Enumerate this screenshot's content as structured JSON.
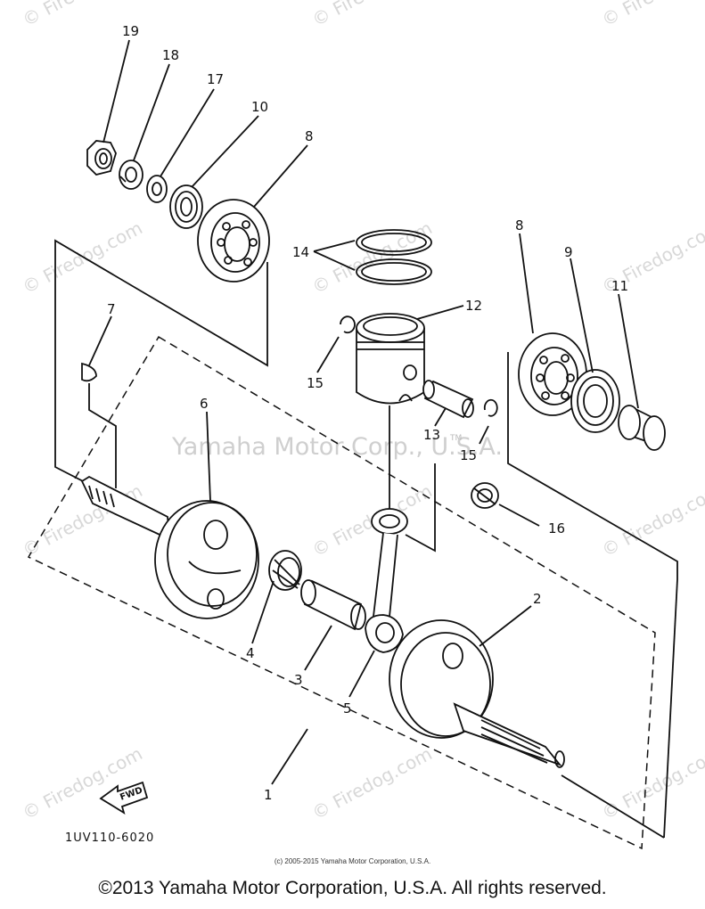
{
  "watermarks": {
    "site": "© Firedog.com",
    "center": "Yamaha Motor Corp., U.S.A."
  },
  "callouts": {
    "p1": "1",
    "p2": "2",
    "p3": "3",
    "p4": "4",
    "p5": "5",
    "p6": "6",
    "p7": "7",
    "p8a": "8",
    "p8b": "8",
    "p9": "9",
    "p10": "10",
    "p11": "11",
    "p12": "12",
    "p13": "13",
    "p14": "14",
    "p15a": "15",
    "p15b": "15",
    "p16": "16",
    "p17": "17",
    "p18": "18",
    "p19": "19"
  },
  "diagram": {
    "fwd_label": "FWD",
    "part_code": "1UV110-6020",
    "tm_mark": "TM"
  },
  "footer": {
    "small": "(c) 2005-2015 Yamaha Motor Corporation, U.S.A.",
    "main": "©2013 Yamaha Motor Corporation, U.S.A. All rights reserved."
  }
}
